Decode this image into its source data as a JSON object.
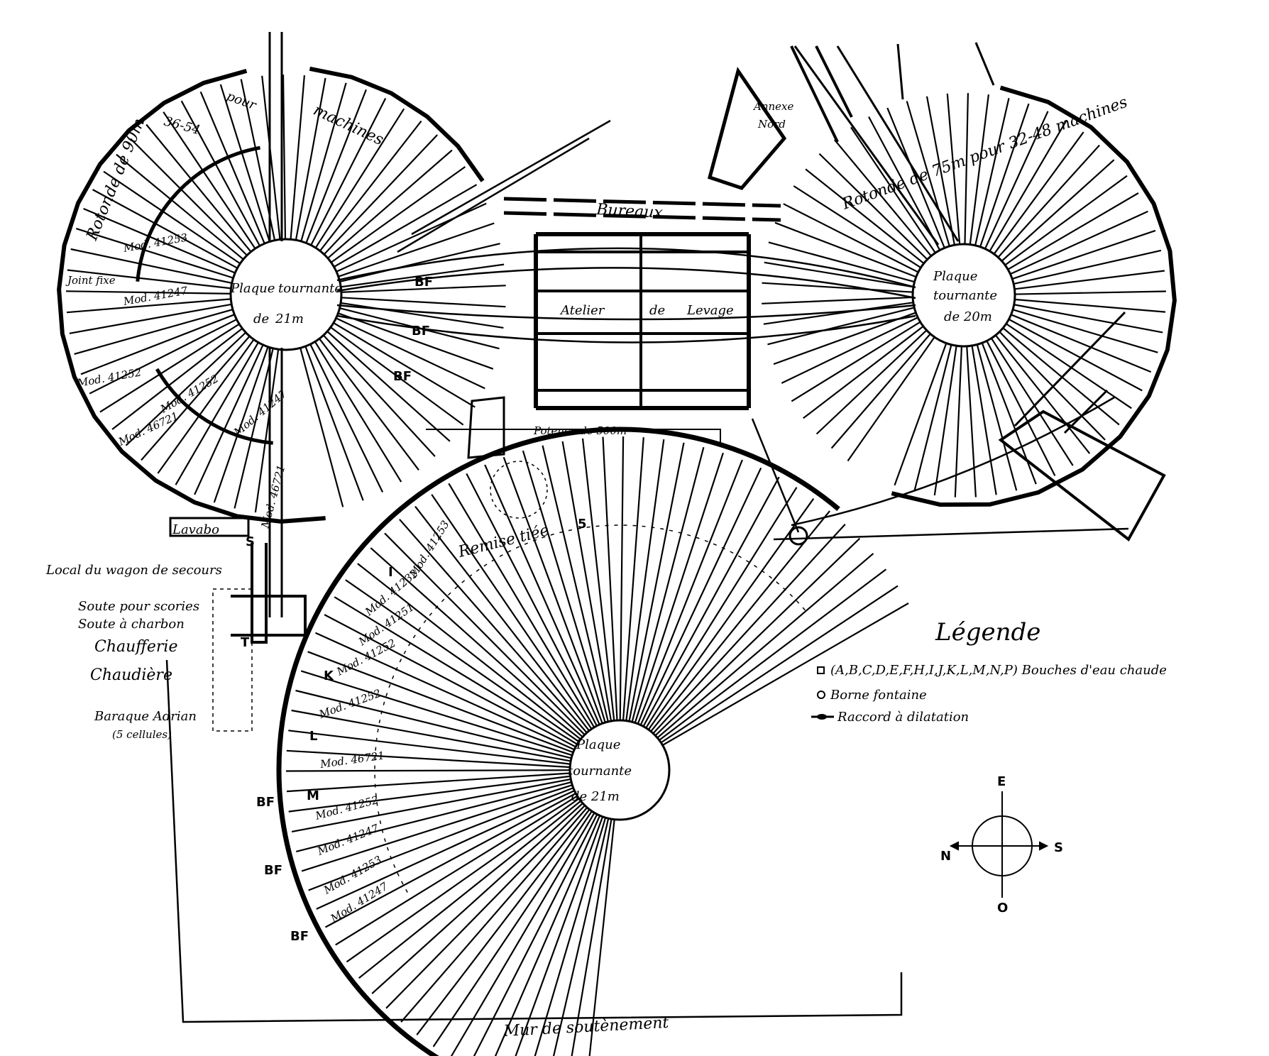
{
  "labels": {
    "machines_west": "machines",
    "pour_west": "pour",
    "count_west": "36-54",
    "rotonde_west": "Rotonde de 90m",
    "plaque_west_1": "Plaque",
    "plaque_west_2": "tournante",
    "plaque_west_3": "de",
    "plaque_west_4": "21m",
    "joint_fixe": "Joint fixe",
    "bf": "BF",
    "bureaux": "Bureaux",
    "atelier": "Atelier",
    "de": "de",
    "levage": "Levage",
    "annexe_1": "Annexe",
    "annexe_2": "Nord",
    "rotonde_east": "Rotonde de 75m pour 32-48 machines",
    "plaque_east_1": "Plaque",
    "plaque_east_2": "tournante",
    "plaque_east_3": "de 20m",
    "potence": "Potence de 500m",
    "remise_tiee": "Remise tiée",
    "remise_num": "5",
    "lavabo": "Lavabo",
    "local": "Local du wagon de secours",
    "soute_scories": "Soute pour scories",
    "soute_charbon": "Soute à charbon",
    "chaufferie": "Chaufferie",
    "chaudiere": "Chaudière",
    "baraque": "Baraque Adrian",
    "baraque_sub": "(5 cellules)",
    "plaque_south_1": "Plaque",
    "plaque_south_2": "tournante",
    "plaque_south_3": "de 21m",
    "mur": "Mur de soutènement",
    "t": "T",
    "s": "S",
    "i": "I",
    "k": "K",
    "l": "L",
    "m": "M",
    "mod_41253": "Mod. 41253",
    "mod_41232": "Mod. 41232",
    "mod_41251": "Mod. 41251",
    "mod_41252a": "Mod. 41252",
    "mod_41252b": "Mod. 41252",
    "mod_46721": "Mod. 46721",
    "mod_41252c": "Mod. 41252",
    "mod_41247": "Mod. 41247",
    "mod_41253b": "Mod. 41253",
    "mod_41247b": "Mod. 41247",
    "mod_w1": "Mod. 41253",
    "mod_w2": "Mod. 41247",
    "mod_w3": "Mod. 41252",
    "mod_w4": "Mod. 46721",
    "mod_w5": "Mod. 41252",
    "mod_w6": "Mod. 41247"
  },
  "legend": {
    "title": "Légende",
    "items": [
      {
        "symbol": "square",
        "text": "(A,B,C,D,E,F,H,I,J,K,L,M,N,P) Bouches d'eau chaude"
      },
      {
        "symbol": "circle",
        "text": "Borne fontaine"
      },
      {
        "symbol": "joint",
        "text": "Raccord à dilatation"
      }
    ]
  },
  "compass": {
    "top": "E",
    "bottom": "O",
    "left": "N",
    "right": "S"
  }
}
